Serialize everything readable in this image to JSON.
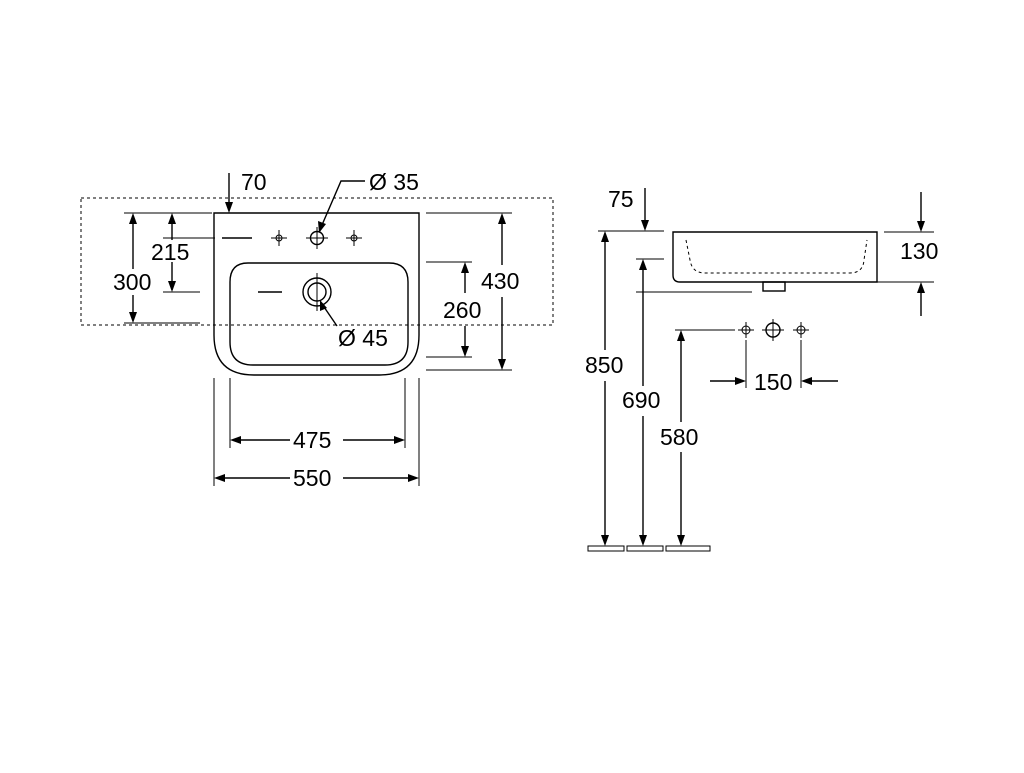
{
  "front_view": {
    "dim_offset_top": "70",
    "dim_tap_hole": "Ø 35",
    "dim_215": "215",
    "dim_300": "300",
    "dim_430": "430",
    "dim_260": "260",
    "dim_waste_hole": "Ø 45",
    "dim_475": "475",
    "dim_550": "550"
  },
  "side_view": {
    "dim_75": "75",
    "dim_130": "130",
    "dim_850": "850",
    "dim_690": "690",
    "dim_580": "580",
    "dim_150": "150"
  }
}
